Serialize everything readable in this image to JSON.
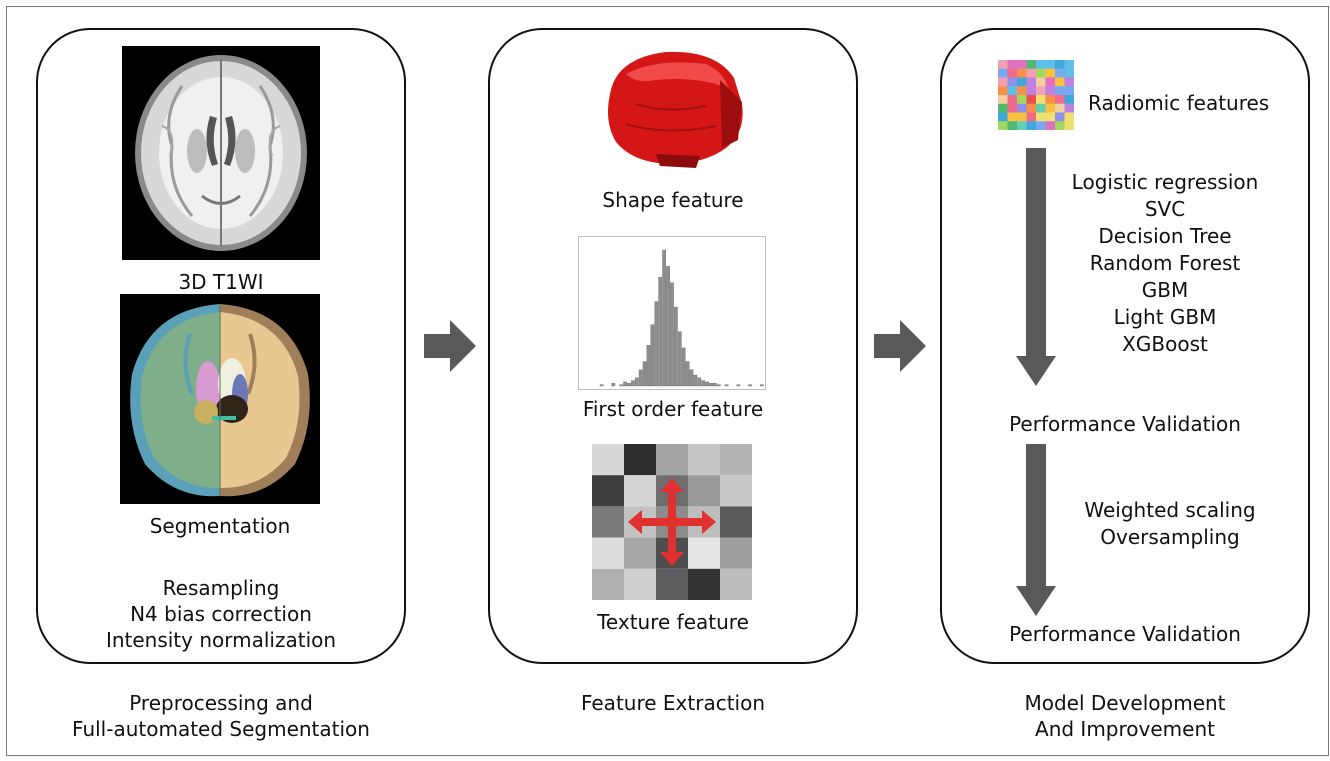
{
  "panel1": {
    "caption_mri": "3D T1WI",
    "caption_seg": "Segmentation",
    "steps": [
      "Resampling",
      "N4 bias correction",
      "Intensity normalization"
    ],
    "label": [
      "Preprocessing and",
      "Full-automated Segmentation"
    ]
  },
  "panel2": {
    "shape_caption": "Shape feature",
    "first_order_caption": "First order feature",
    "texture_caption": "Texture feature",
    "label": "Feature Extraction",
    "histogram": [
      1,
      0,
      0,
      2,
      0,
      1,
      3,
      2,
      4,
      6,
      12,
      18,
      30,
      45,
      62,
      80,
      100,
      88,
      76,
      58,
      40,
      28,
      18,
      12,
      8,
      6,
      4,
      3,
      2,
      2,
      1,
      0,
      1,
      0,
      0,
      1,
      0,
      0,
      1,
      0,
      0,
      1
    ],
    "texture_grid": [
      [
        "#d8d8d8",
        "#2e2e2e",
        "#a4a4a4",
        "#c6c6c6",
        "#b4b4b4"
      ],
      [
        "#3e3e3e",
        "#d4d4d4",
        "#6e6e6e",
        "#9a9a9a",
        "#c8c8c8"
      ],
      [
        "#7a7a7a",
        "#c2c2c2",
        "#8c8c8c",
        "#bdbdbd",
        "#5a5a5a"
      ],
      [
        "#dcdcdc",
        "#a8a8a8",
        "#4e4e4e",
        "#e6e6e6",
        "#9e9e9e"
      ],
      [
        "#b0b0b0",
        "#cfcfcf",
        "#5e5e5e",
        "#343434",
        "#bcbcbc"
      ]
    ]
  },
  "panel3": {
    "radiomic_label": "Radiomic features",
    "models": [
      "Logistic regression",
      "SVC",
      "Decision Tree",
      "Random Forest",
      "GBM",
      "Light GBM",
      "XGBoost"
    ],
    "validation1": "Performance Validation",
    "improvements": [
      "Weighted scaling",
      "Oversampling"
    ],
    "validation2": "Performance Validation",
    "label": [
      "Model Development",
      "And Improvement"
    ]
  },
  "colors": {
    "arrow_gray": "#595959",
    "red_arrow": "#e03030",
    "shape_red": "#d41616",
    "hist_bar": "#8e8e8e",
    "radiomic_palette": [
      "#f06a8a",
      "#f8c040",
      "#5ec0e8",
      "#a0d860",
      "#c080e0",
      "#f89048",
      "#60d0b0",
      "#e85050",
      "#78a8f0",
      "#f0e070",
      "#e070c0",
      "#50b870",
      "#f4a0b0",
      "#9090e8",
      "#f0d0a0",
      "#40a8d8"
    ]
  }
}
